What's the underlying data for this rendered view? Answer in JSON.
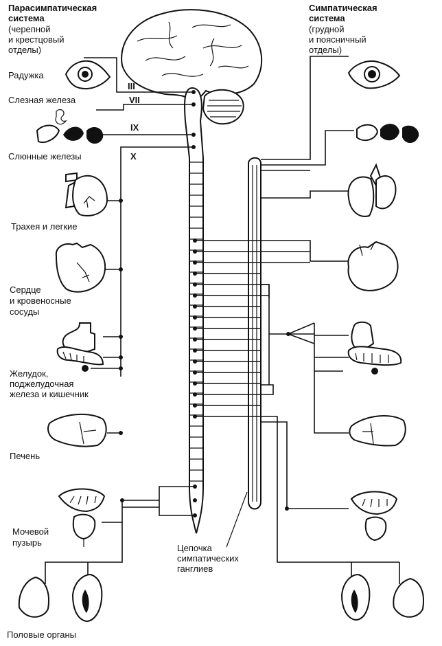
{
  "parasympathetic": {
    "title_line1": "Парасимпатическая",
    "title_line2": "система",
    "subtitle_line1": "(черепной",
    "subtitle_line2": "и крестцовый",
    "subtitle_line3": "отделы)"
  },
  "sympathetic": {
    "title_line1": "Симпатическая",
    "title_line2": "система",
    "subtitle_line1": "(грудной",
    "subtitle_line2": "и поясничный",
    "subtitle_line3": "отделы)"
  },
  "nerves": {
    "n3": "III",
    "n7": "VII",
    "n9": "IX",
    "n10": "X"
  },
  "organs": {
    "iris": "Радужка",
    "lacrimal": "Слезная железа",
    "salivary": "Слюнные железы",
    "lungs": "Трахея и легкие",
    "heart_line1": "Сердце",
    "heart_line2": "и кровеносные",
    "heart_line3": "сосуды",
    "stomach_line1": "Желудок,",
    "stomach_line2": "поджелудочная",
    "stomach_line3": "железа и кишечник",
    "liver": "Печень",
    "bladder_line1": "Мочевой",
    "bladder_line2": "пузырь",
    "genitals": "Половые органы"
  },
  "chain": {
    "line1": "Цепочка",
    "line2": "симпатических",
    "line3": "ганглиев"
  }
}
